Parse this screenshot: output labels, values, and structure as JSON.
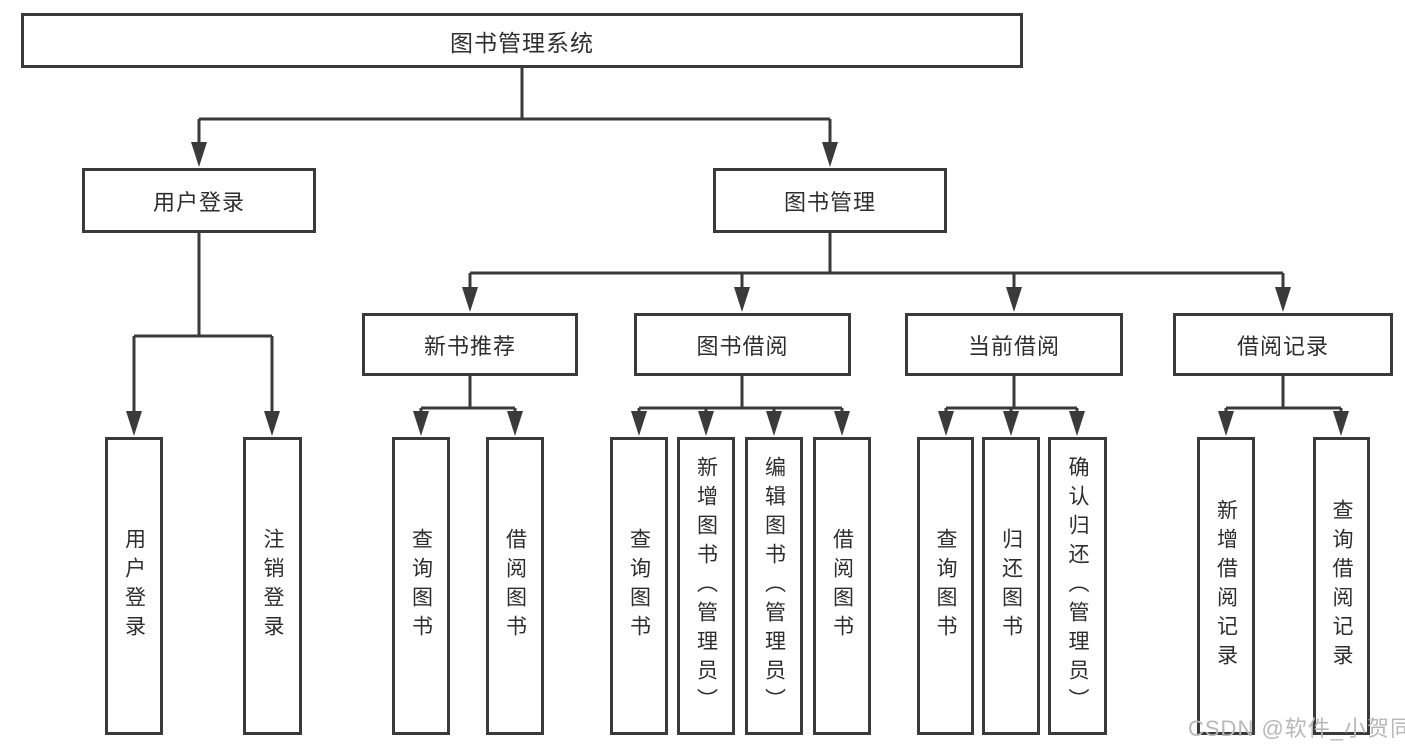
{
  "tree": {
    "root": {
      "label": "图书管理系统"
    },
    "user_login": {
      "label": "用户登录",
      "children": [
        {
          "label": "用户登录"
        },
        {
          "label": "注销登录"
        }
      ]
    },
    "book_management": {
      "label": "图书管理",
      "modules": [
        {
          "label": "新书推荐",
          "children": [
            {
              "label": "查询图书"
            },
            {
              "label": "借阅图书"
            }
          ]
        },
        {
          "label": "图书借阅",
          "children": [
            {
              "label": "查询图书"
            },
            {
              "label": "新增图书（管理员）"
            },
            {
              "label": "编辑图书（管理员）"
            },
            {
              "label": "借阅图书"
            }
          ]
        },
        {
          "label": "当前借阅",
          "children": [
            {
              "label": "查询图书"
            },
            {
              "label": "归还图书"
            },
            {
              "label": "确认归还（管理员）"
            }
          ]
        },
        {
          "label": "借阅记录",
          "children": [
            {
              "label": "新增借阅记录"
            },
            {
              "label": "查询借阅记录"
            }
          ]
        }
      ]
    }
  },
  "watermark": {
    "text": "CSDN @软件_小贺同学"
  },
  "colors": {
    "line": "#3a3a3a",
    "text": "#2e2e2e",
    "watermark": "#b8b8b8",
    "background": "#ffffff"
  }
}
